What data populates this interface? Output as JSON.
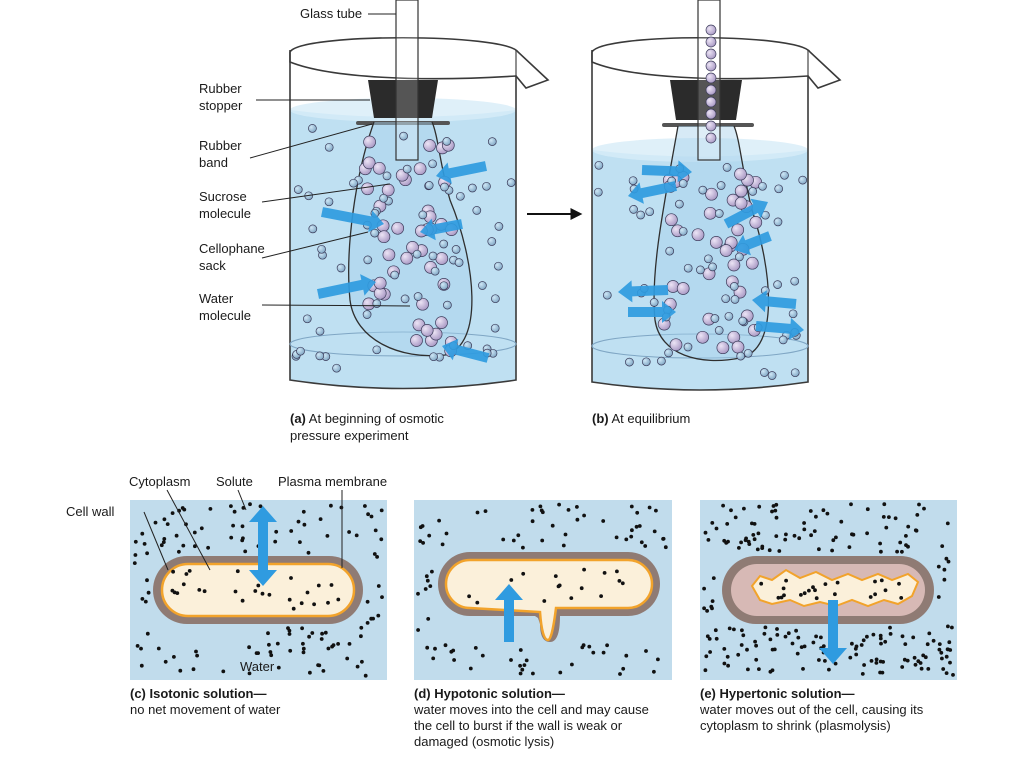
{
  "panel_a": {
    "labels": {
      "glass_tube": "Glass tube",
      "rubber_stopper": [
        "Rubber",
        "stopper"
      ],
      "rubber_band": [
        "Rubber",
        "band"
      ],
      "sucrose_molecule": [
        "Sucrose",
        "molecule"
      ],
      "cellophane_sack": [
        "Cellophane",
        "sack"
      ],
      "water_molecule": [
        "Water",
        "molecule"
      ]
    },
    "caption": {
      "letter": "(a)",
      "line1": "At beginning of osmotic",
      "line2": "pressure experiment"
    }
  },
  "panel_b": {
    "caption": {
      "letter": "(b)",
      "line1": "At equilibrium"
    }
  },
  "panel_c": {
    "labels": {
      "cytoplasm": "Cytoplasm",
      "solute": "Solute",
      "plasma_membrane": "Plasma membrane",
      "cell_wall": "Cell wall",
      "water": "Water"
    },
    "caption": {
      "title": "(c) Isotonic solution—",
      "body": "no net movement of water"
    }
  },
  "panel_d": {
    "caption": {
      "title": "(d) Hypotonic solution—",
      "body": [
        "water moves into the cell and may cause",
        "the cell to burst if the wall is weak or",
        "damaged (osmotic lysis)"
      ]
    }
  },
  "panel_e": {
    "caption": {
      "title": "(e) Hypertonic solution—",
      "body": [
        "water moves out of the cell, causing its",
        "cytoplasm to shrink (plasmolysis)"
      ]
    }
  },
  "colors": {
    "water": "#bfe0f2",
    "sucrose": "#c7b9d9",
    "arrow": "#2f9be0",
    "cell_wall": "#8f7b74",
    "cytoplasm": "#fbf0da",
    "membrane": "#f2a32b",
    "tile_bg": "#c1dcec"
  }
}
